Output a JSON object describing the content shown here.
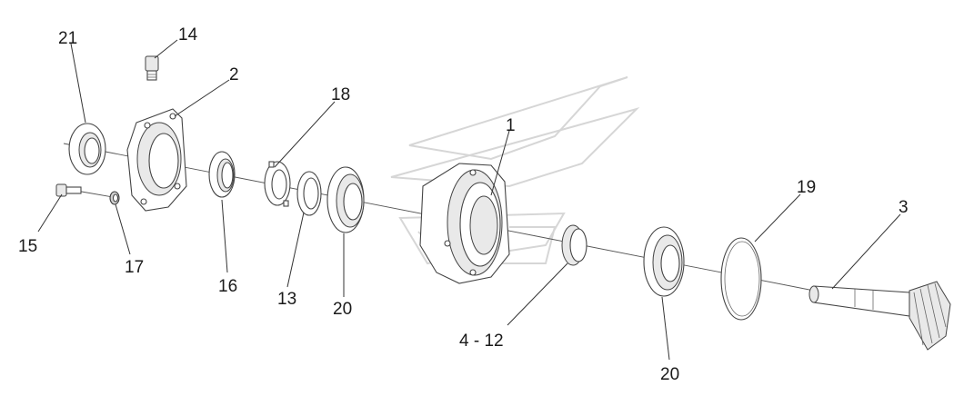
{
  "callouts": {
    "p21": "21",
    "p14": "14",
    "p2": "2",
    "p18": "18",
    "p1": "1",
    "p19": "19",
    "p3": "3",
    "p15": "15",
    "p17": "17",
    "p16": "16",
    "p13": "13",
    "p20a": "20",
    "p4_12": "4 - 12",
    "p20b": "20"
  }
}
